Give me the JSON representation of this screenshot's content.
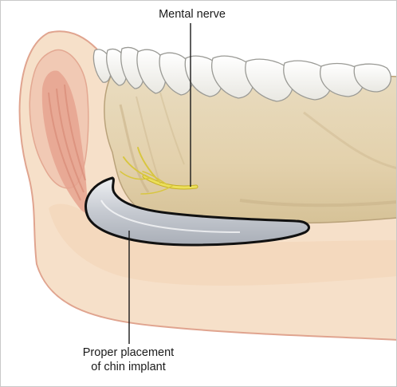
{
  "labels": {
    "nerve": "Mental nerve",
    "implant_line1": "Proper placement",
    "implant_line2": "of chin implant"
  },
  "colors": {
    "soft_tissue": "#f4dcc4",
    "soft_tissue_edge": "#e2a894",
    "muscle": "#e7a793",
    "bone": "#e6d4b3",
    "bone_shadow": "#cbb68e",
    "teeth": "#fbfbf8",
    "nerve": "#e8d64a",
    "implant": "#c9ccd3",
    "leader_line": "#1a1a1a"
  }
}
